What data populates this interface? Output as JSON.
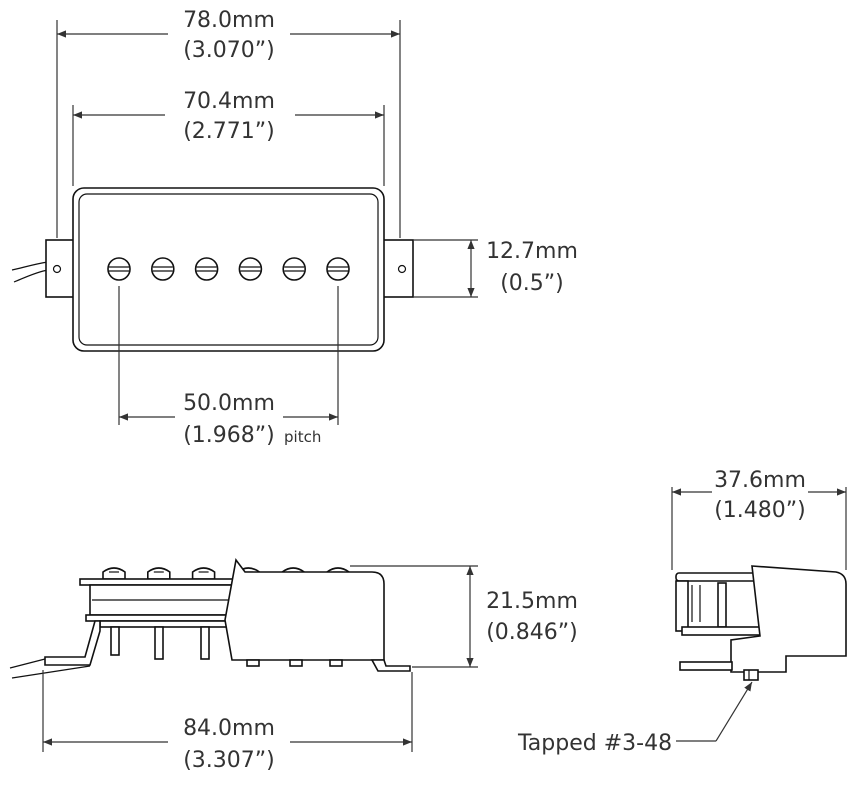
{
  "dimensions": {
    "outer_width": {
      "mm": "78.0mm",
      "inch": "(3.070”)"
    },
    "cover_width": {
      "mm": "70.4mm",
      "inch": "(2.771”)"
    },
    "mount_height": {
      "mm": "12.7mm",
      "inch": "(0.5”)"
    },
    "pole_spacing": {
      "mm": "50.0mm",
      "inch": "(1.968”)",
      "note": "pitch"
    },
    "side_height": {
      "mm": "21.5mm",
      "inch": "(0.846”)"
    },
    "base_length": {
      "mm": "84.0mm",
      "inch": "(3.307”)"
    },
    "end_width": {
      "mm": "37.6mm",
      "inch": "(1.480”)"
    }
  },
  "callouts": {
    "tapped_hole": "Tapped #3-48"
  },
  "views": {
    "top_view": {
      "pole_pieces": 6
    },
    "side_view": {
      "pole_screws": 6
    }
  }
}
